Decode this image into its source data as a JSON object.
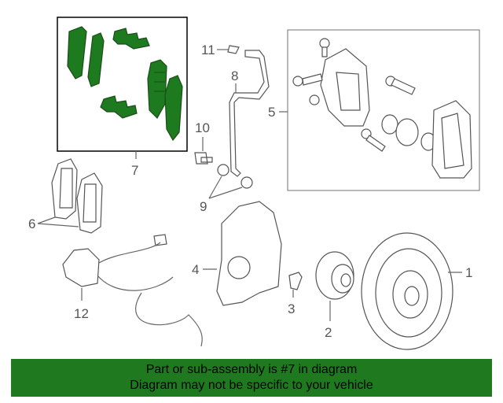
{
  "callouts": {
    "c1": "1",
    "c2": "2",
    "c3": "3",
    "c4": "4",
    "c5": "5",
    "c6": "6",
    "c7": "7",
    "c8": "8",
    "c9": "9",
    "c10": "10",
    "c11": "11",
    "c12": "12"
  },
  "footer": {
    "line1": "Part or sub-assembly is #7 in diagram",
    "line2": "Diagram may not be specific to your vehicle"
  },
  "colors": {
    "highlight": "#1e7a1e",
    "footer_bg": "#1f7a1f",
    "line": "#666666"
  }
}
